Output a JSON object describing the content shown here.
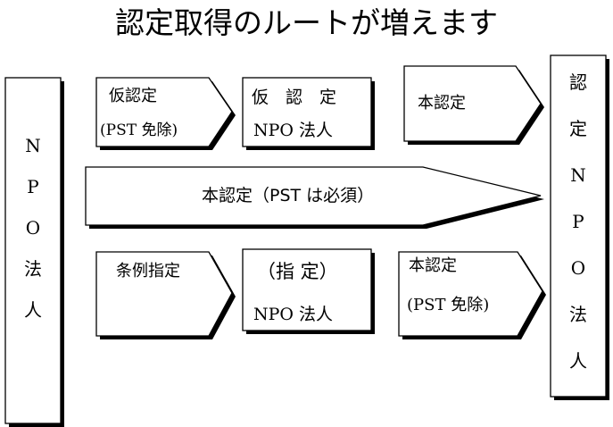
{
  "title": "認定取得のルートが増えます",
  "left_box": {
    "label": [
      "N",
      "P",
      "O",
      "法",
      "人"
    ]
  },
  "right_box": {
    "label": [
      "認",
      "定",
      "N",
      "P",
      "O",
      "法",
      "人"
    ]
  },
  "row1": {
    "arrow1": {
      "line1": "仮認定",
      "line2": "(PST 免除)"
    },
    "box": {
      "line1": "仮　認　定",
      "line2": "NPO  法人"
    },
    "arrow2": {
      "line1": "本認定"
    }
  },
  "row2": {
    "arrow": {
      "line1": "本認定（PST は必須）"
    }
  },
  "row3": {
    "arrow1": {
      "line1": "条例指定"
    },
    "box": {
      "line1": "（指 定）",
      "line2": "NPO  法人"
    },
    "arrow2": {
      "line1": "本認定",
      "line2": "(PST 免除)"
    }
  },
  "colors": {
    "stroke": "#000000",
    "fill": "#ffffff"
  }
}
